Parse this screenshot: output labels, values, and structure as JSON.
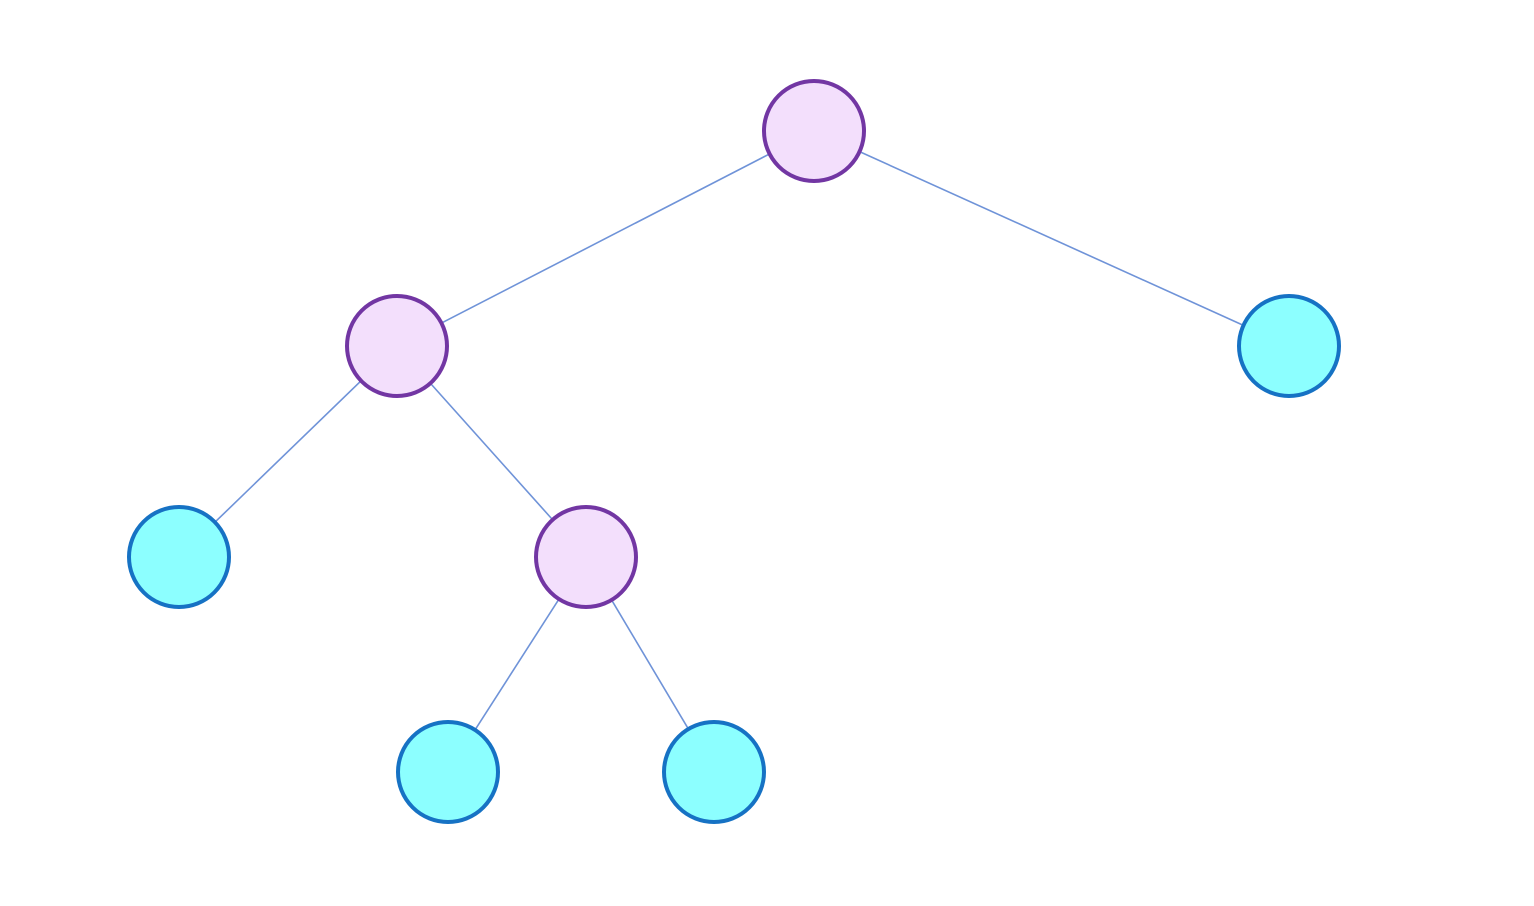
{
  "colors": {
    "background": "#ffffff",
    "edge": "#6f93d8",
    "internal_fill": "#f3dffc",
    "internal_stroke": "#7236a3",
    "leaf_fill": "#8cffff",
    "leaf_stroke": "#1672c4"
  },
  "tree": {
    "nodes": [
      {
        "id": "root",
        "kind": "internal"
      },
      {
        "id": "left",
        "kind": "internal"
      },
      {
        "id": "right-leaf",
        "kind": "leaf"
      },
      {
        "id": "left-left-leaf",
        "kind": "leaf"
      },
      {
        "id": "left-right",
        "kind": "internal"
      },
      {
        "id": "left-right-left-leaf",
        "kind": "leaf"
      },
      {
        "id": "left-right-right-leaf",
        "kind": "leaf"
      }
    ],
    "edges": [
      {
        "from": "root",
        "to": "left"
      },
      {
        "from": "root",
        "to": "right-leaf"
      },
      {
        "from": "left",
        "to": "left-left-leaf"
      },
      {
        "from": "left",
        "to": "left-right"
      },
      {
        "from": "left-right",
        "to": "left-right-left-leaf"
      },
      {
        "from": "left-right",
        "to": "left-right-right-leaf"
      }
    ]
  }
}
